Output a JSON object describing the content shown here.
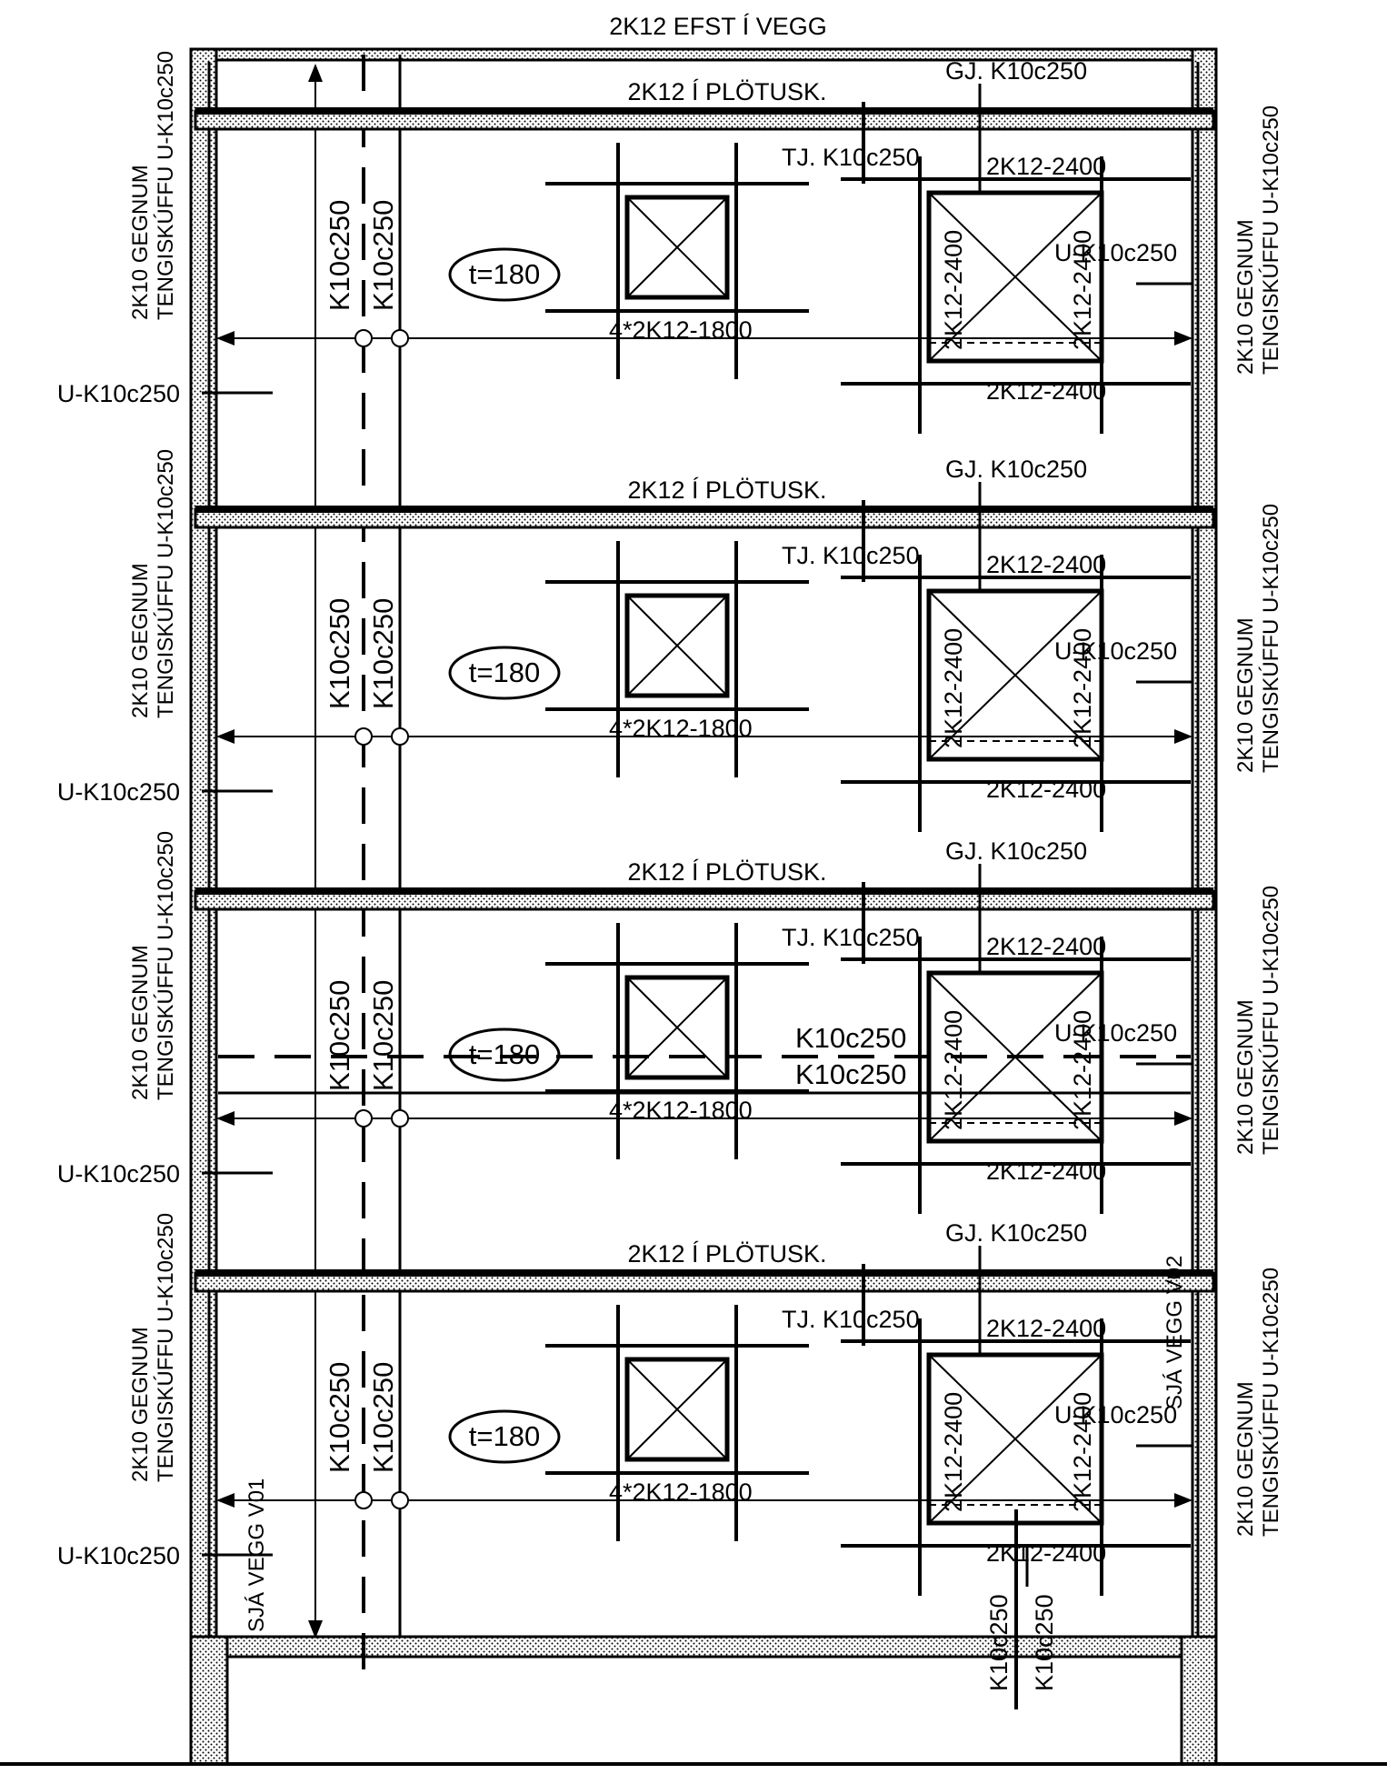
{
  "top_label": "2K12 EFST Í VEGG",
  "floors": [
    {
      "plate_label": "2K12 Í PLÖTUSK.",
      "gj_label": "GJ. K10c250",
      "tj_label": "TJ. K10c250",
      "thickness": "t=180",
      "small_opening_bars": "4*2K12-1800",
      "large_opening_top": "2K12-2400",
      "large_opening_bottom": "2K12-2400",
      "large_opening_left": "2K12-2400",
      "large_opening_right": "2K12-2400",
      "u_bar_right": "U-K10c250",
      "vertical_bar_1": "K10c250",
      "vertical_bar_2": "K10c250",
      "left_u_bar": "U-K10c250",
      "left_wall_text_1": "2K10 GEGNUM",
      "left_wall_text_2": "TENGISKÚFFU U-K10c250",
      "right_wall_text_1": "2K10 GEGNUM",
      "right_wall_text_2": "TENGISKÚFFU U-K10c250"
    },
    {
      "plate_label": "2K12 Í PLÖTUSK.",
      "gj_label": "GJ. K10c250",
      "tj_label": "TJ. K10c250",
      "thickness": "t=180",
      "small_opening_bars": "4*2K12-1800",
      "large_opening_top": "2K12-2400",
      "large_opening_bottom": "2K12-2400",
      "large_opening_left": "2K12-2400",
      "large_opening_right": "2K12-2400",
      "u_bar_right": "U-K10c250",
      "vertical_bar_1": "K10c250",
      "vertical_bar_2": "K10c250",
      "left_u_bar": "U-K10c250",
      "left_wall_text_1": "2K10 GEGNUM",
      "left_wall_text_2": "TENGISKÚFFU U-K10c250",
      "right_wall_text_1": "2K10 GEGNUM",
      "right_wall_text_2": "TENGISKÚFFU U-K10c250"
    },
    {
      "plate_label": "2K12 Í PLÖTUSK.",
      "gj_label": "GJ. K10c250",
      "tj_label": "TJ. K10c250",
      "thickness": "t=180",
      "small_opening_bars": "4*2K12-1800",
      "large_opening_top": "2K12-2400",
      "large_opening_bottom": "2K12-2400",
      "large_opening_left": "2K12-2400",
      "large_opening_right": "2K12-2400",
      "u_bar_right": "U-K10c250",
      "vertical_bar_1": "K10c250",
      "vertical_bar_2": "K10c250",
      "left_u_bar": "U-K10c250",
      "left_wall_text_1": "2K10 GEGNUM",
      "left_wall_text_2": "TENGISKÚFFU U-K10c250",
      "right_wall_text_1": "2K10 GEGNUM",
      "right_wall_text_2": "TENGISKÚFFU U-K10c250",
      "horizontal_bar_1": "K10c250",
      "horizontal_bar_2": "K10c250"
    },
    {
      "plate_label": "2K12 Í PLÖTUSK.",
      "gj_label": "GJ. K10c250",
      "tj_label": "TJ. K10c250",
      "thickness": "t=180",
      "small_opening_bars": "4*2K12-1800",
      "large_opening_top": "2K12-2400",
      "large_opening_bottom": "2K12-2400",
      "large_opening_left": "2K12-2400",
      "large_opening_right": "2K12-2400",
      "u_bar_right": "U-K10c250",
      "vertical_bar_1": "K10c250",
      "vertical_bar_2": "K10c250",
      "left_u_bar": "U-K10c250",
      "left_wall_text_1": "2K10 GEGNUM",
      "left_wall_text_2": "TENGISKÚFFU U-K10c250",
      "right_wall_text_1": "2K10 GEGNUM",
      "right_wall_text_2": "TENGISKÚFFU U-K10c250"
    }
  ],
  "wall_v01": "SJÁ VEGG V01",
  "wall_v02": "SJÁ VEGG V02",
  "foundation_bar_1": "K10c250",
  "foundation_bar_2": "K10c250"
}
